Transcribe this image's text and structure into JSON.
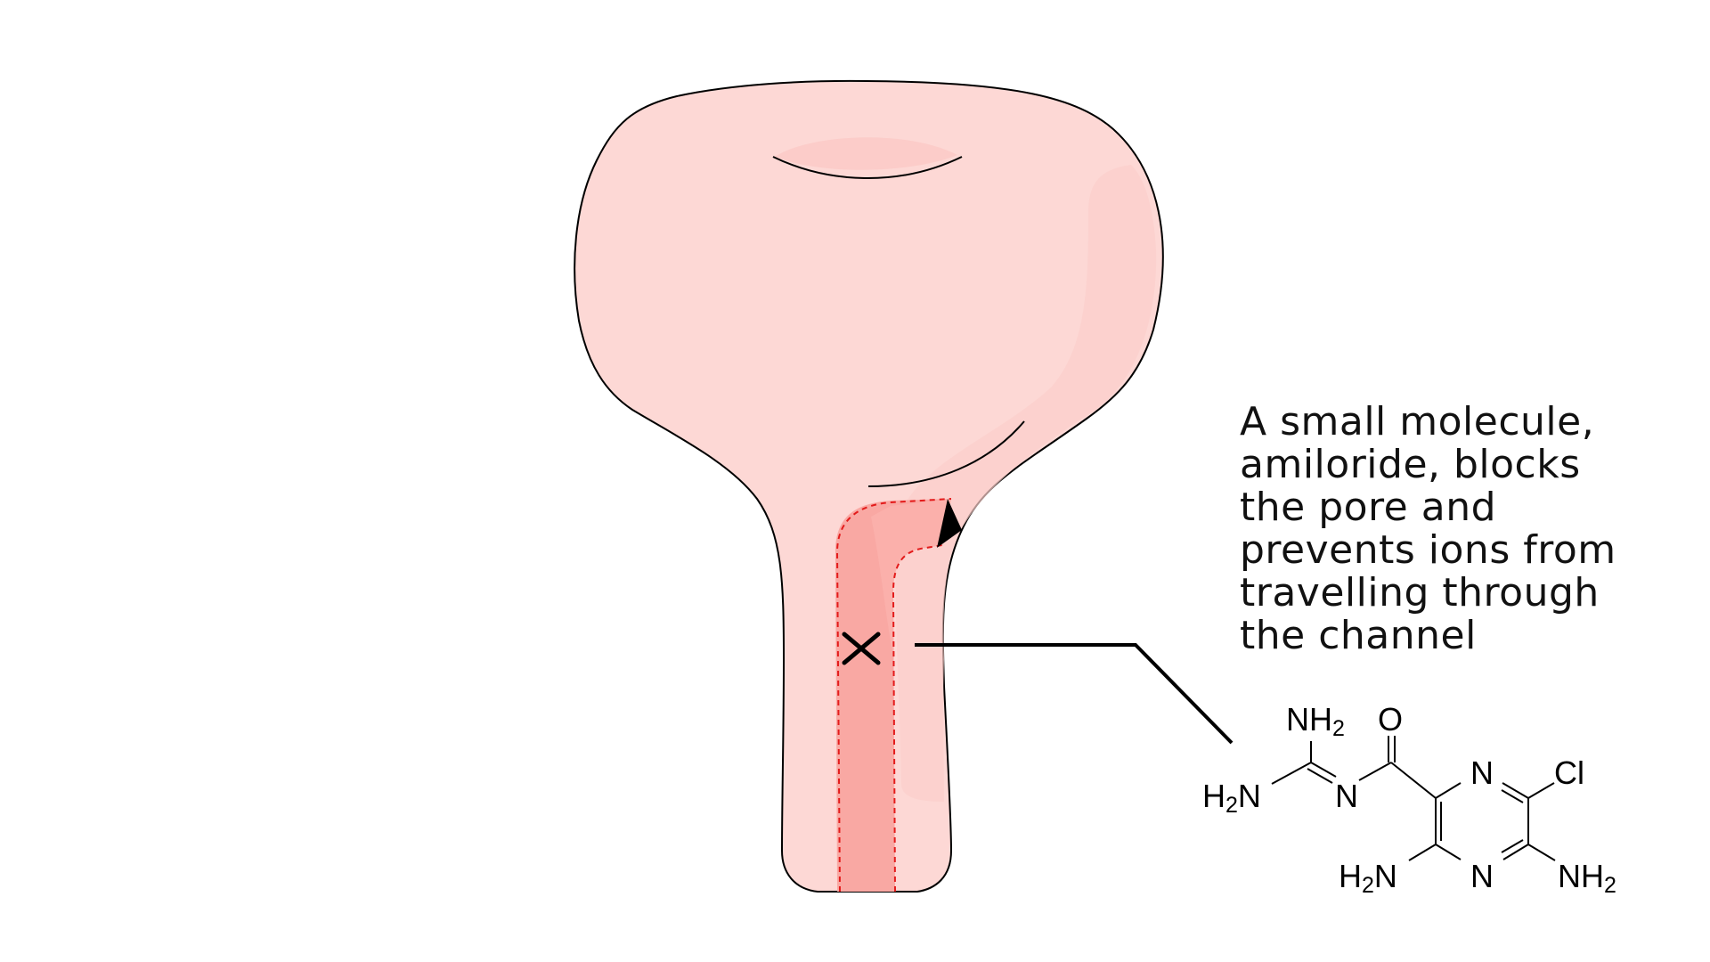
{
  "caption": {
    "lines": [
      "A small molecule,",
      "amiloride, blocks",
      "the pore and",
      "prevents ions from",
      "travelling through",
      "the channel"
    ]
  },
  "molecule": {
    "labels": {
      "nh2_top": "NH",
      "nh2_top_sub": "2",
      "oxygen": "O",
      "h2n_left": "H",
      "h2n_left_sub": "2",
      "h2n_left_tail": "N",
      "imine_n": "N",
      "ring_n_top": "N",
      "chlorine": "Cl",
      "h2n_bottom": "H",
      "h2n_bottom_sub": "2",
      "h2n_bottom_tail": "N",
      "ring_n_bottom": "N",
      "nh2_right": "NH",
      "nh2_right_sub": "2"
    }
  },
  "colors": {
    "channel_fill": "#fdd8d5",
    "pore_fill": "#f9a8a3",
    "pore_outline": "#e31b1b",
    "stroke": "#000000"
  }
}
